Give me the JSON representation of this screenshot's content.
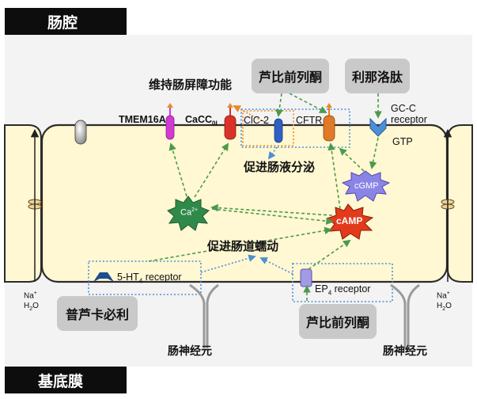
{
  "regions": {
    "lumen": "肠腔",
    "basement_membrane": "基底膜"
  },
  "drug_boxes": {
    "linaclotide": "利那洛肽",
    "lubiprostone_top": "芦比前列酮",
    "lubiprostone_bottom": "芦比前列酮",
    "prucalopride": "普芦卡必利"
  },
  "channels": {
    "tmem16a": "TMEM16A",
    "cacc": "CaCC",
    "cacc_sub": "0I",
    "clc2": "ClC-2",
    "cftr": "CFTR"
  },
  "receptors": {
    "gcc_line1": "GC-C",
    "gcc_line2": "receptor",
    "gtp": "GTP",
    "ht4_prefix": "5-HT",
    "ht4_sub": "4",
    "ht4_suffix": " receptor",
    "ep4_prefix": "EP",
    "ep4_sub": "4",
    "ep4_suffix": " receptor"
  },
  "messengers": {
    "calcium": "Ca",
    "calcium_sup": "2+",
    "camp": "cAMP",
    "cgmp": "cGMP"
  },
  "effects": {
    "barrier": "维持肠屏障功能",
    "secretion": "促进肠液分泌",
    "motility": "促进肠道蠕动"
  },
  "ions_left": {
    "na": "Na",
    "na_sup": "+",
    "h2o": "H",
    "h2o_sub": "2",
    "h2o_o": "O"
  },
  "ions_right": {
    "na": "Na",
    "na_sup": "+",
    "h2o": "H",
    "h2o_sub": "2",
    "h2o_o": "O"
  },
  "nerves": {
    "left": "肠神经元",
    "right": "肠神经元"
  },
  "colors": {
    "cell_fill": "#fff8d2",
    "cell_border": "#2b2b2b",
    "arrow_green": "#4c9a4c",
    "dotted_blue": "#4d8fd6",
    "dotted_orange": "#e88a2a",
    "tmem_magenta": "#d13bd1",
    "cacc_red": "#d8322b",
    "clc_blue": "#2f5fc2",
    "cftr_orange": "#e07a28",
    "calcium_green": "#2f8a4a",
    "camp_red": "#e33a1c",
    "cgmp_purple": "#7b7be0"
  }
}
